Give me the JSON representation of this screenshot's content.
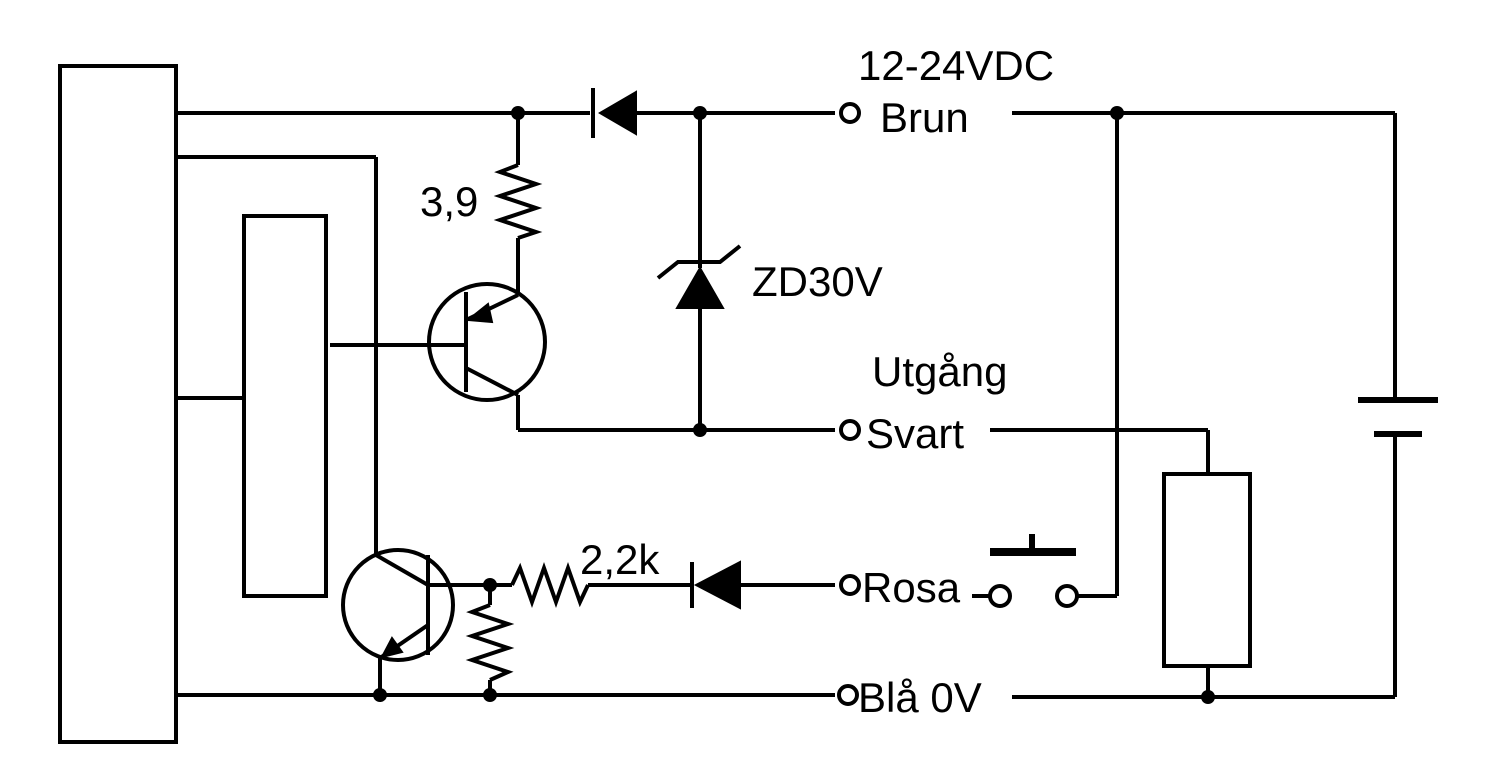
{
  "labels": {
    "supply_voltage": "12-24VDC",
    "wire_brown": "Brun",
    "resistor_top": "3,9",
    "zener": "ZD30V",
    "output_title": "Utgång",
    "wire_black": "Svart",
    "resistor_input": "2,2k",
    "wire_pink": "Rosa",
    "wire_blue": "Blå 0V"
  },
  "colors": {
    "ink": "#000000",
    "background": "#ffffff"
  }
}
